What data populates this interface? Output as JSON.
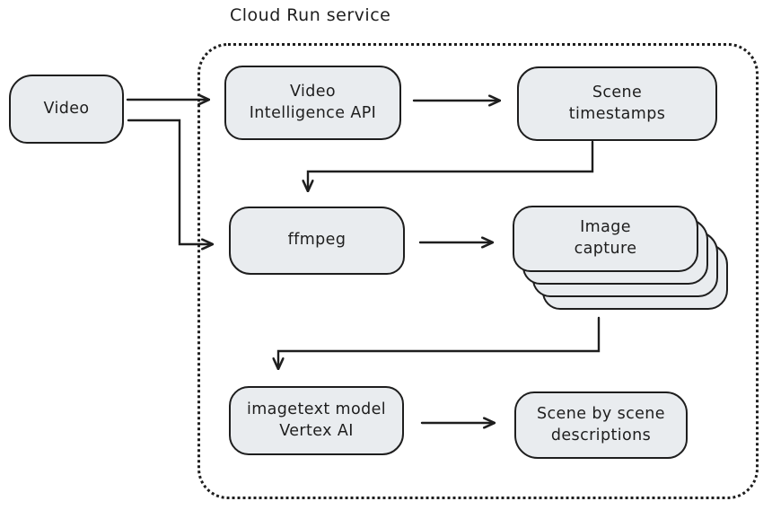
{
  "diagram": {
    "title": "Cloud Run service",
    "colors": {
      "background": "#ffffff",
      "stroke": "#1e1e1e",
      "node_fill": "#e9ecef"
    },
    "nodes": {
      "video": {
        "label": "Video"
      },
      "video_intelligence": {
        "label": "Video\nIntelligence API"
      },
      "scene_timestamps": {
        "label": "Scene\ntimestamps"
      },
      "ffmpeg": {
        "label": "ffmpeg"
      },
      "image_capture": {
        "label": "Image\ncapture",
        "stack_count": 4
      },
      "vertex_model": {
        "label": "imagetext model\nVertex AI"
      },
      "scene_descriptions": {
        "label": "Scene by scene\ndescriptions"
      }
    },
    "edges": [
      {
        "from": "video",
        "to": "video_intelligence"
      },
      {
        "from": "video",
        "to": "ffmpeg"
      },
      {
        "from": "video_intelligence",
        "to": "scene_timestamps"
      },
      {
        "from": "scene_timestamps",
        "to": "ffmpeg"
      },
      {
        "from": "ffmpeg",
        "to": "image_capture"
      },
      {
        "from": "image_capture",
        "to": "vertex_model"
      },
      {
        "from": "vertex_model",
        "to": "scene_descriptions"
      }
    ]
  }
}
